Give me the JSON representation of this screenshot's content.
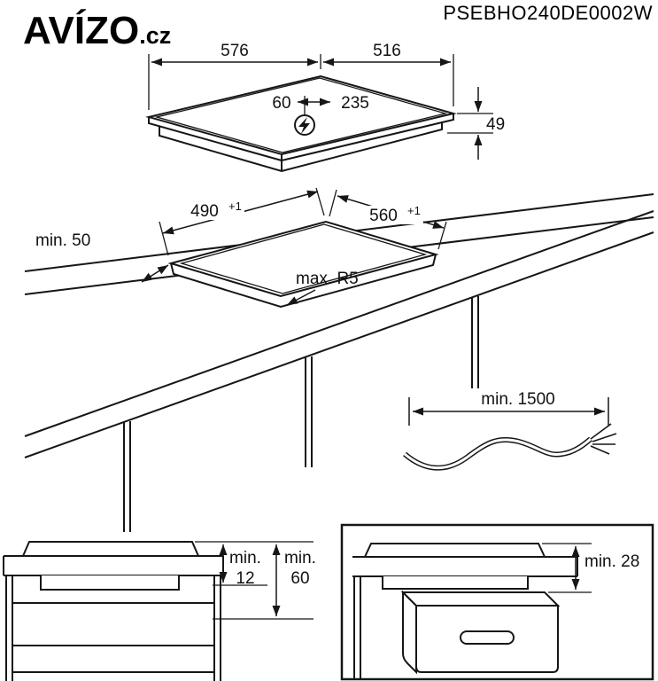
{
  "header": {
    "logo_text": "AVÍZO",
    "logo_tld": ".cz",
    "product_code": "PSEBHO240DE0002W"
  },
  "hob": {
    "width": "576",
    "depth": "516",
    "height": "49",
    "conn_offset_left": "60",
    "conn_offset_right": "235",
    "power_icon": "lightning-bolt"
  },
  "cutout": {
    "width": "490",
    "width_tol": "+1",
    "depth": "560",
    "depth_tol": "+1",
    "edge_clearance": "min. 50",
    "corner_radius": "max. R5"
  },
  "cable": {
    "min_length": "min. 1500"
  },
  "clearances": {
    "drawer_label": "min.",
    "drawer_value": "12",
    "shelf_label": "min.",
    "shelf_value": "60",
    "oven_gap": "min. 28"
  }
}
